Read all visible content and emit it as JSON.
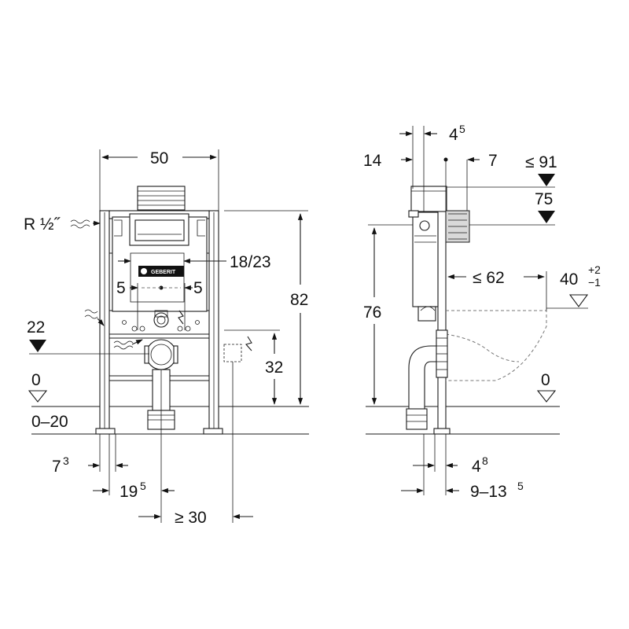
{
  "front_view": {
    "width": "50",
    "thread_label": "R ½˝",
    "flush_opening": "18/23",
    "offset_left": "5",
    "offset_right": "5",
    "height_total": "82",
    "height_outlet": "32",
    "level_22": "22",
    "level_0": "0",
    "floor_range": "0–20",
    "bottom_dims": {
      "d1_base": "7",
      "d1_sup": "3",
      "d2_base": "19",
      "d2_sup": "5",
      "d3": "≥ 30"
    }
  },
  "side_view": {
    "top_a_base": "4",
    "top_a_sup": "5",
    "depth_14": "14",
    "depth_7": "7",
    "max_91": "≤ 91",
    "level_75": "75",
    "height_76": "76",
    "max_62": "≤ 62",
    "seat_base": "40",
    "seat_plus": "+2",
    "seat_minus": "−1",
    "level_0": "0",
    "bottom_a_base": "4",
    "bottom_a_sup": "8",
    "bottom_b_base": "9–13",
    "bottom_b_sup": "5"
  },
  "logo_text": "GEBERIT"
}
